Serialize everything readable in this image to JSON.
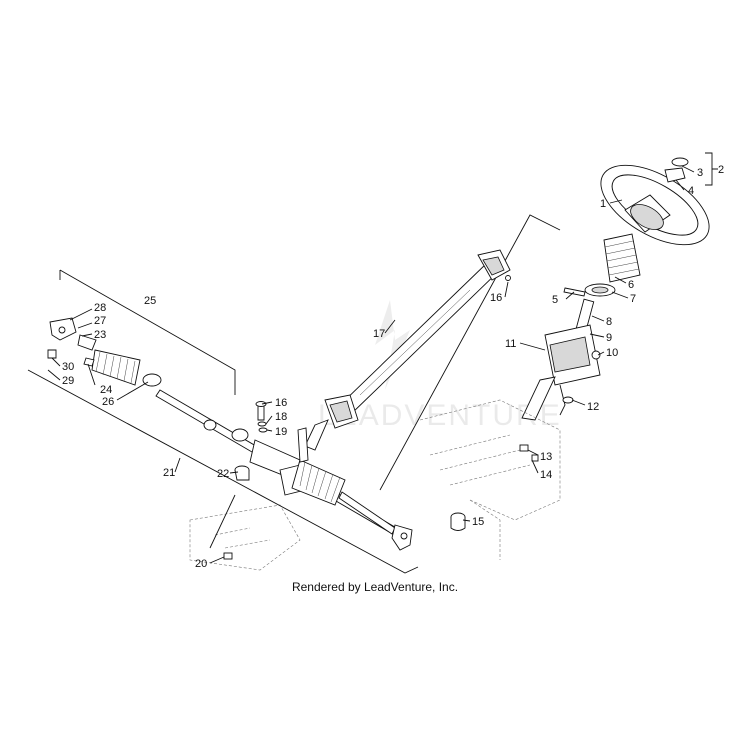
{
  "diagram": {
    "credit": "Rendered by LeadVenture, Inc.",
    "watermark": "LEADVENTURE",
    "callouts": [
      "1",
      "2",
      "3",
      "4",
      "5",
      "6",
      "7",
      "8",
      "9",
      "10",
      "11",
      "12",
      "13",
      "14",
      "15",
      "16",
      "16",
      "17",
      "18",
      "19",
      "20",
      "21",
      "22",
      "23",
      "24",
      "25",
      "26",
      "27",
      "28",
      "29",
      "30"
    ]
  }
}
